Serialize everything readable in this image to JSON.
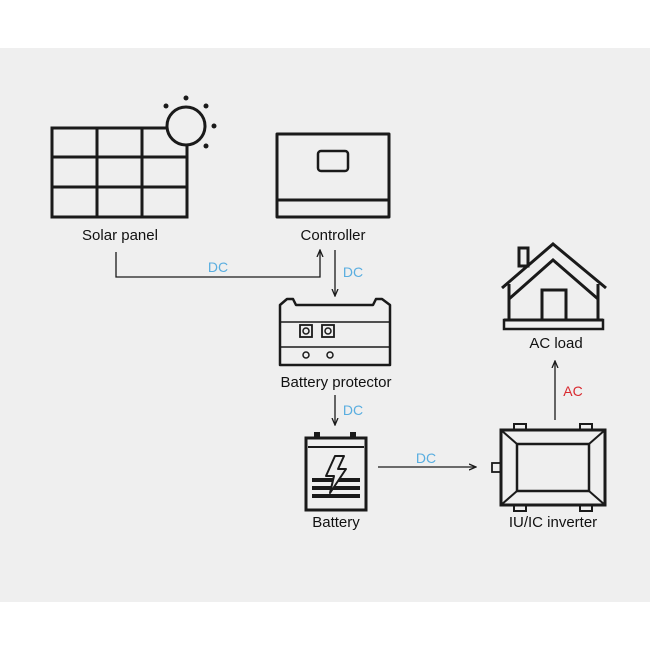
{
  "nodes": {
    "solar_panel": "Solar panel",
    "controller": "Controller",
    "battery_protector": "Battery protector",
    "battery": "Battery",
    "inverter": "IU/IC inverter",
    "ac_load": "AC load"
  },
  "flows": {
    "solar_to_controller": "DC",
    "controller_to_protector": "DC",
    "protector_to_battery": "DC",
    "battery_to_inverter": "DC",
    "inverter_to_load": "AC"
  },
  "colors": {
    "dc": "#5aaee0",
    "ac": "#d9292f",
    "stroke": "#1a1a1a",
    "background": "#efefef"
  },
  "icons": [
    "solar-panel-icon",
    "sun-icon",
    "controller-icon",
    "battery-protector-icon",
    "battery-icon",
    "lightning-icon",
    "inverter-icon",
    "house-icon"
  ]
}
